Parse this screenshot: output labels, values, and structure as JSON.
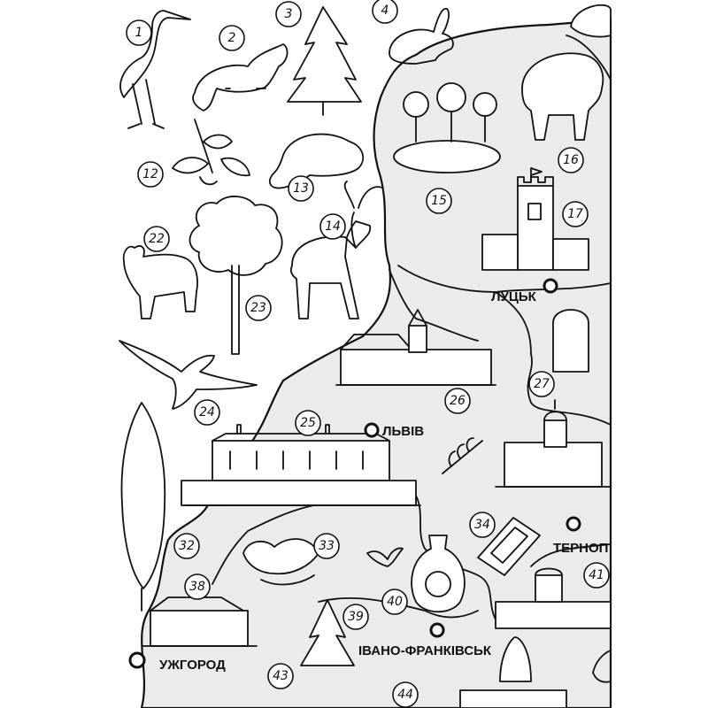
{
  "map": {
    "region_color": "#e9ecea",
    "ink_color": "#111111",
    "cities": [
      {
        "id": "lutsk",
        "label": "ЛУЦЬК"
      },
      {
        "id": "lviv",
        "label": "ЛЬВІВ"
      },
      {
        "id": "ternopil",
        "label": "ТЕРНОП"
      },
      {
        "id": "ivano",
        "label": "ІВАНО-ФРАНКІВСЬК"
      },
      {
        "id": "uzhhorod",
        "label": "УЖГОРОД"
      }
    ],
    "numbers": [
      "1",
      "2",
      "3",
      "4",
      "12",
      "13",
      "14",
      "15",
      "16",
      "17",
      "22",
      "23",
      "24",
      "25",
      "26",
      "27",
      "32",
      "33",
      "34",
      "38",
      "39",
      "40",
      "41",
      "43",
      "44"
    ],
    "icons": [
      "stork-icon",
      "ermine-icon",
      "fir-tree-icon",
      "hare-icon",
      "lake-icon",
      "bison-icon",
      "hazel-branch-icon",
      "beaver-icon",
      "deer-icon",
      "castle-tower-icon",
      "lynx-icon",
      "oak-tree-icon",
      "eagle-icon",
      "palace-icon",
      "castle-icon",
      "poplar-tree-icon",
      "cathedral-icon",
      "rushnyk-icon",
      "bird-ornament-icon",
      "jug-icon",
      "spruce-icon",
      "easter-egg-icon",
      "leaf-icon"
    ]
  }
}
